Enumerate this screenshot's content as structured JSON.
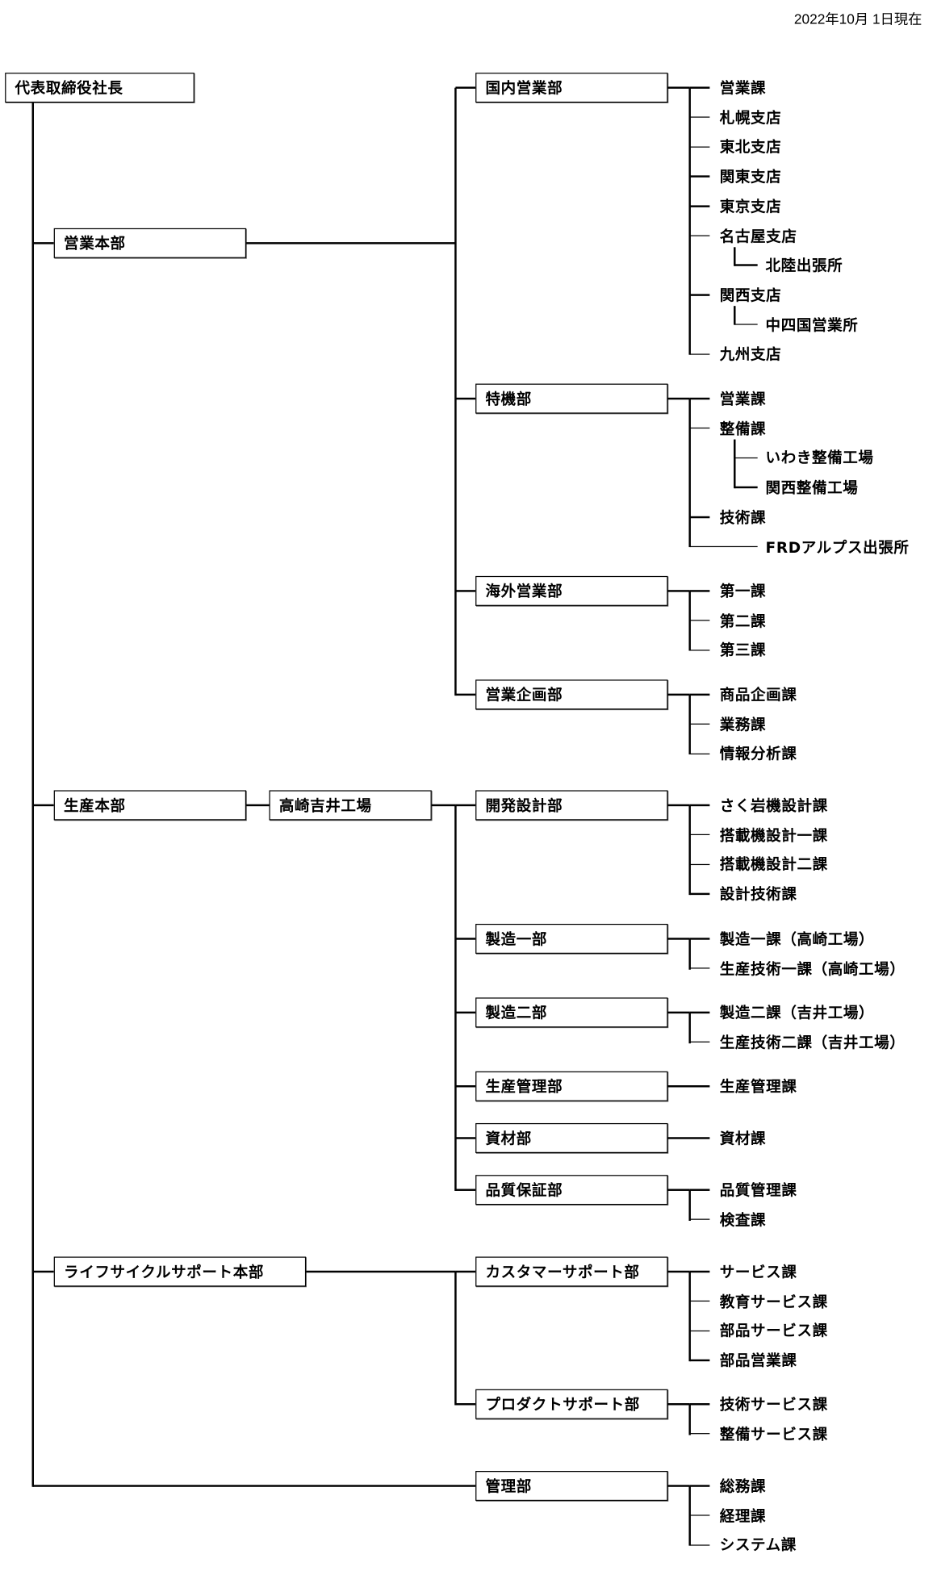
{
  "date": "2022年10月 1日現在",
  "president": "代表取締役社長",
  "divisions": [
    {
      "name": "営業本部",
      "departments": [
        {
          "name": "国内営業部",
          "sections": [
            {
              "name": "営業課"
            },
            {
              "name": "札幌支店"
            },
            {
              "name": "東北支店"
            },
            {
              "name": "関東支店"
            },
            {
              "name": "東京支店"
            },
            {
              "name": "名古屋支店",
              "offices": [
                "北陸出張所"
              ]
            },
            {
              "name": "関西支店",
              "offices": [
                "中四国営業所"
              ]
            },
            {
              "name": "九州支店"
            }
          ]
        },
        {
          "name": "特機部",
          "sections": [
            {
              "name": "営業課"
            },
            {
              "name": "整備課",
              "offices": [
                "いわき整備工場",
                "関西整備工場"
              ]
            },
            {
              "name": "技術課"
            }
          ],
          "direct_offices": [
            "FRDアルプス出張所"
          ]
        },
        {
          "name": "海外営業部",
          "sections": [
            {
              "name": "第一課"
            },
            {
              "name": "第二課"
            },
            {
              "name": "第三課"
            }
          ]
        },
        {
          "name": "営業企画部",
          "sections": [
            {
              "name": "商品企画課"
            },
            {
              "name": "業務課"
            },
            {
              "name": "情報分析課"
            }
          ]
        }
      ]
    },
    {
      "name": "生産本部",
      "plant": "高崎吉井工場",
      "departments": [
        {
          "name": "開発設計部",
          "sections": [
            {
              "name": "さく岩機設計課"
            },
            {
              "name": "搭載機設計一課"
            },
            {
              "name": "搭載機設計二課"
            },
            {
              "name": "設計技術課"
            }
          ]
        },
        {
          "name": "製造一部",
          "sections": [
            {
              "name": "製造一課（高崎工場）"
            },
            {
              "name": "生産技術一課（高崎工場）"
            }
          ]
        },
        {
          "name": "製造二部",
          "sections": [
            {
              "name": "製造二課（吉井工場）"
            },
            {
              "name": "生産技術二課（吉井工場）"
            }
          ]
        },
        {
          "name": "生産管理部",
          "sections": [
            {
              "name": "生産管理課"
            }
          ]
        },
        {
          "name": "資材部",
          "sections": [
            {
              "name": "資材課"
            }
          ]
        },
        {
          "name": "品質保証部",
          "sections": [
            {
              "name": "品質管理課"
            },
            {
              "name": "検査課"
            }
          ]
        }
      ]
    },
    {
      "name": "ライフサイクルサポート本部",
      "departments": [
        {
          "name": "カスタマーサポート部",
          "sections": [
            {
              "name": "サービス課"
            },
            {
              "name": "教育サービス課"
            },
            {
              "name": "部品サービス課"
            },
            {
              "name": "部品営業課"
            }
          ]
        },
        {
          "name": "プロダクトサポート部",
          "sections": [
            {
              "name": "技術サービス課"
            },
            {
              "name": "整備サービス課"
            }
          ]
        }
      ]
    }
  ],
  "standalone_department": {
    "name": "管理部",
    "sections": [
      {
        "name": "総務課"
      },
      {
        "name": "経理課"
      },
      {
        "name": "システム課"
      }
    ]
  }
}
